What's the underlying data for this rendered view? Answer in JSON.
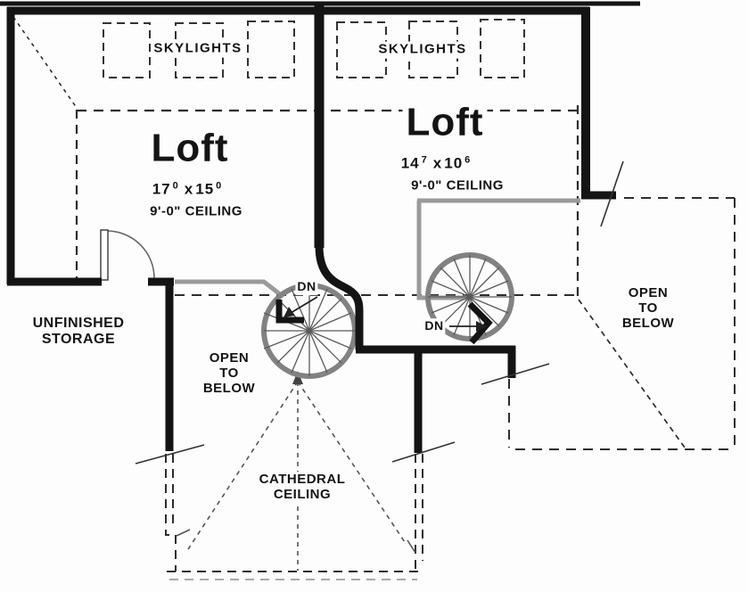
{
  "plan": {
    "skylights_left": "SKYLIGHTS",
    "skylights_right": "SKYLIGHTS",
    "loft_left": {
      "title": "Loft",
      "dim_a": "17",
      "dim_a_sup": "0",
      "dim_sep": "x",
      "dim_b": "15",
      "dim_b_sup": "0",
      "ceiling": "9'-0\" CEILING"
    },
    "loft_right": {
      "title": "Loft",
      "dim_a": "14",
      "dim_a_sup": "7",
      "dim_sep": "x",
      "dim_b": "10",
      "dim_b_sup": "6",
      "ceiling": "9'-0\" CEILING"
    },
    "storage": "UNFINISHED\nSTORAGE",
    "dn_left": "DN",
    "dn_right": "DN",
    "open_below_left": "OPEN\nTO\nBELOW",
    "open_below_right": "OPEN\nTO\nBELOW",
    "cathedral": "CATHEDRAL\nCEILING",
    "colors": {
      "wall": "#141414",
      "dashed": "#2e2e2e",
      "railing": "#9a9a9a",
      "stair_rim": "#828282",
      "background": "#fdfdfd"
    }
  }
}
